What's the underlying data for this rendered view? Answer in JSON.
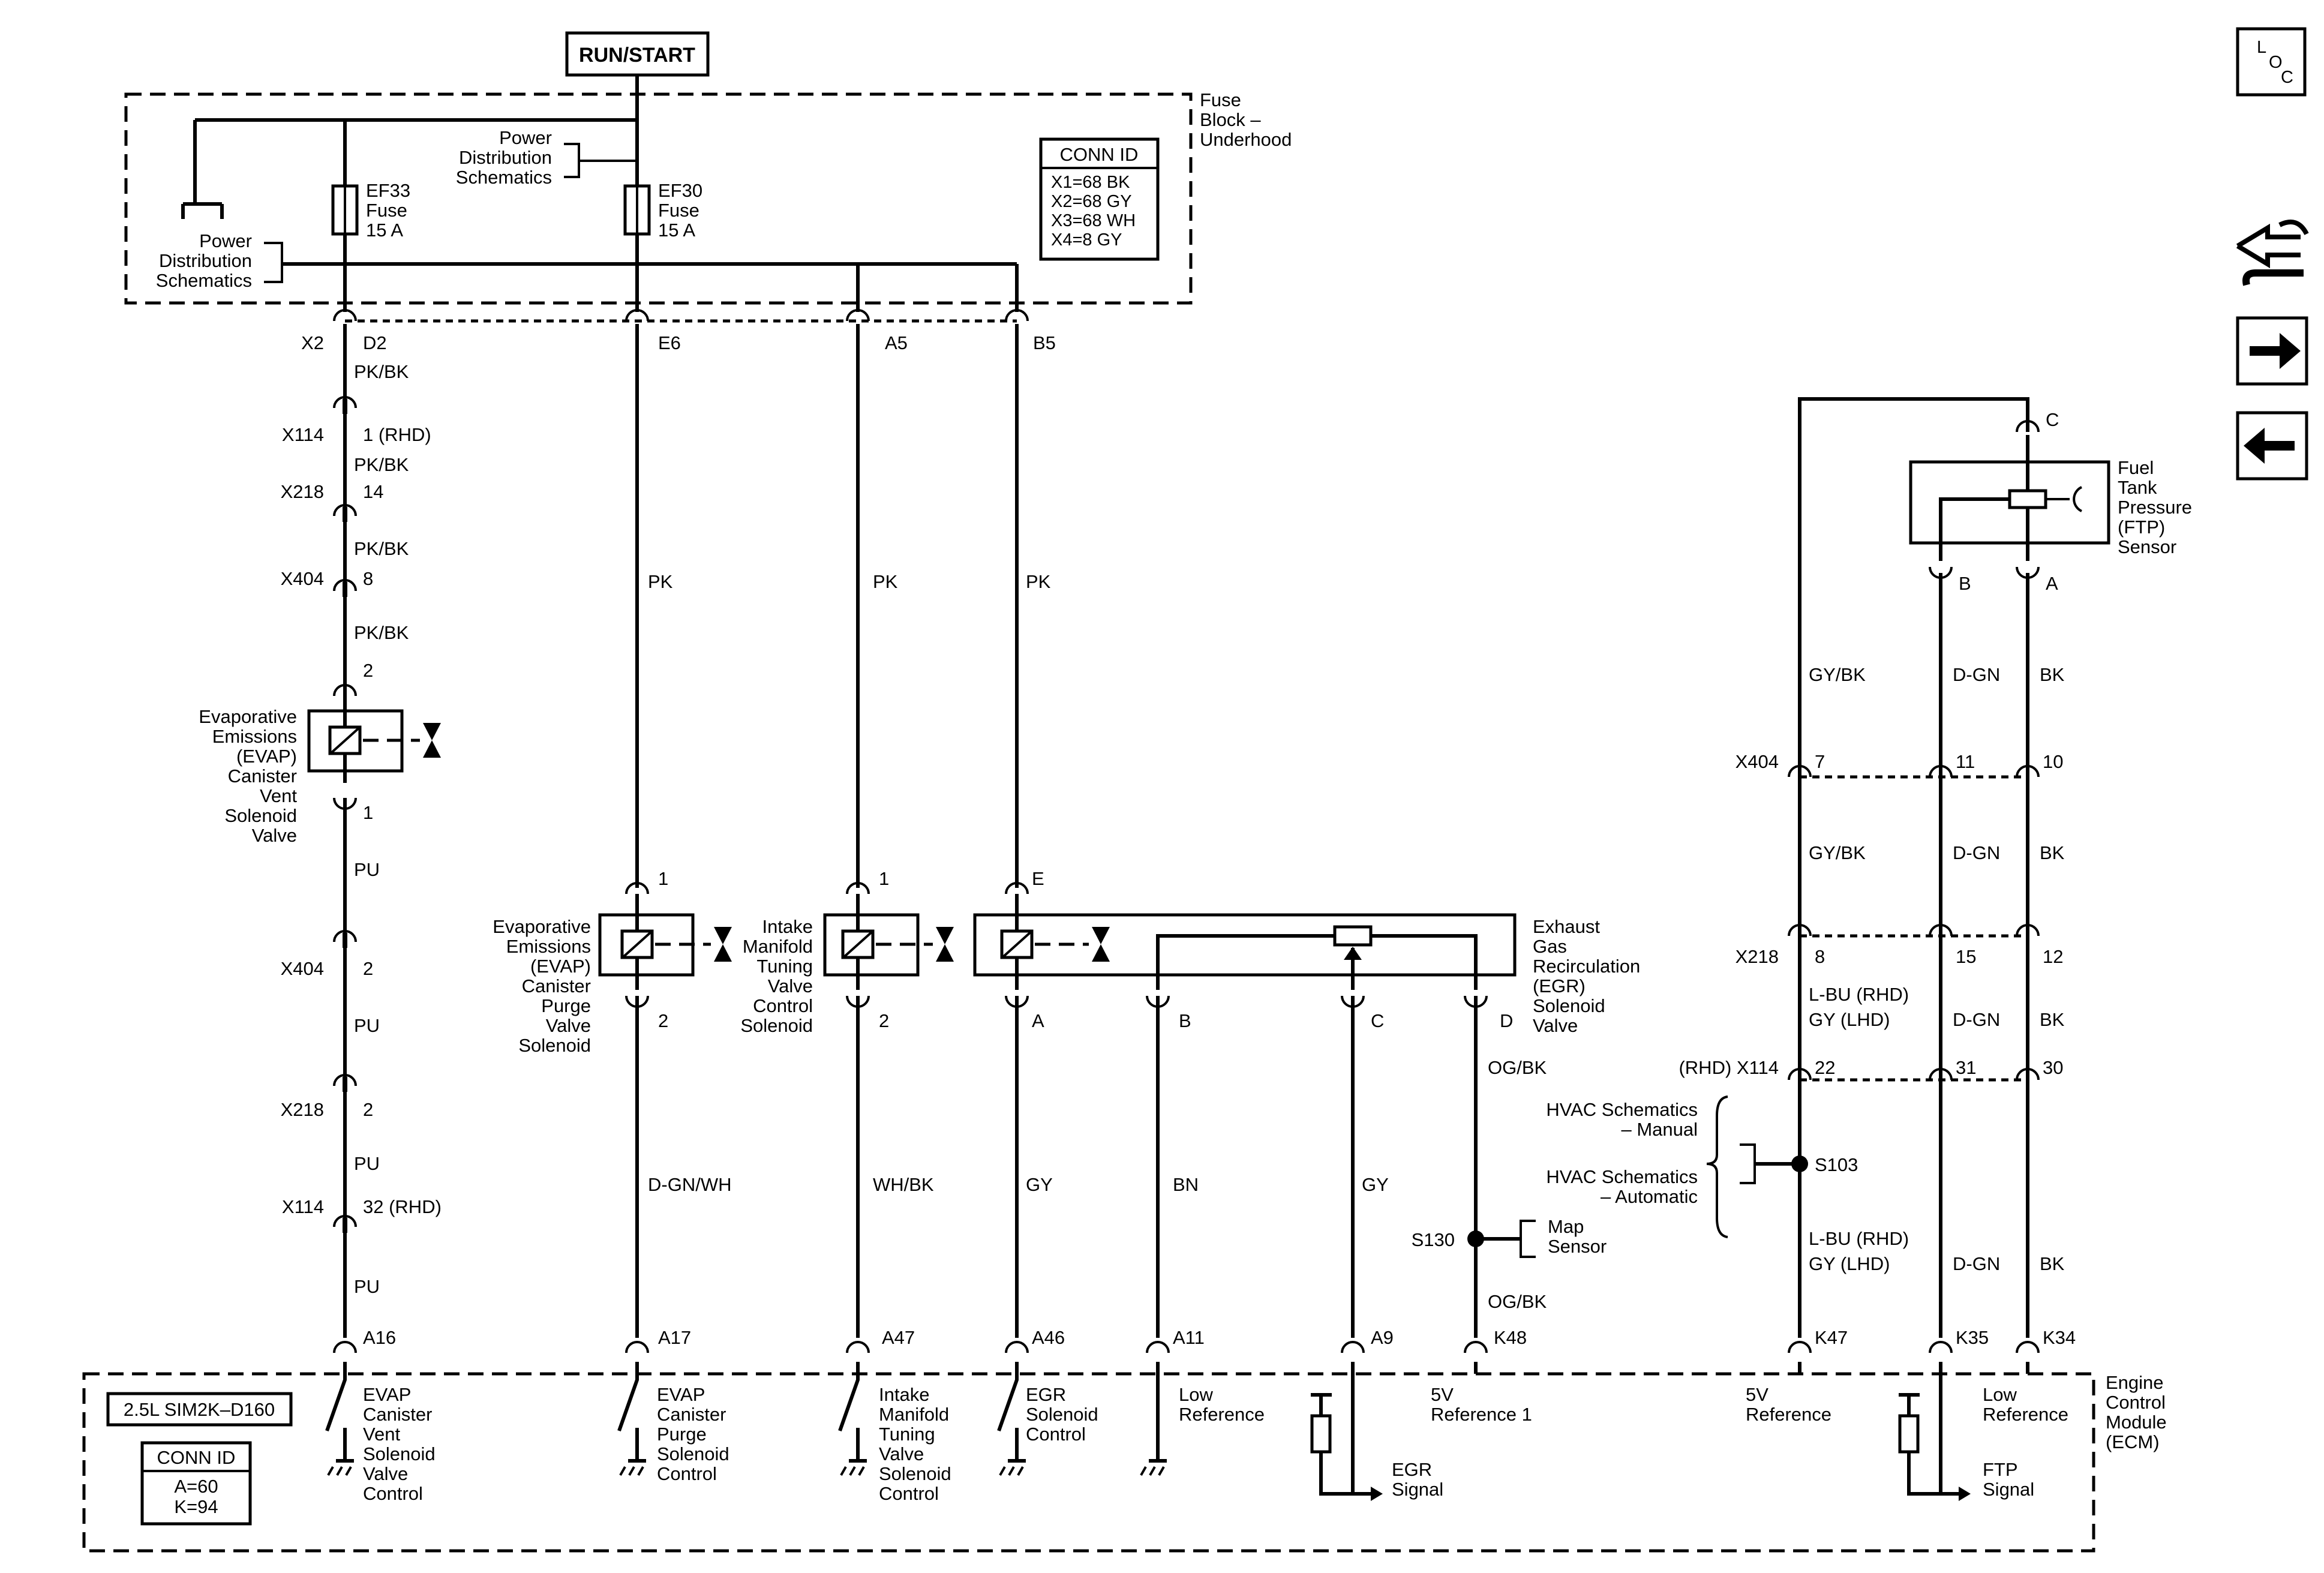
{
  "power": {
    "run_start": "RUN/START"
  },
  "fuse_block": {
    "name": [
      "Fuse",
      "Block –",
      "Underhood"
    ],
    "power_dist_a": [
      "Power",
      "Distribution",
      "Schematics"
    ],
    "power_dist_b": [
      "Power",
      "Distribution",
      "Schematics"
    ],
    "ef33": [
      "EF33",
      "Fuse",
      "15 A"
    ],
    "ef30": [
      "EF30",
      "Fuse",
      "15 A"
    ],
    "conn_title": "CONN ID",
    "conn_rows": [
      "X1=68 BK",
      "X2=68 GY",
      "X3=68 WH",
      "X4=8 GY"
    ]
  },
  "evap_vent": {
    "connectors": [
      {
        "conn": "X2",
        "pin": "D2"
      },
      {
        "conn": "X114",
        "pin": "1 (RHD)"
      },
      {
        "conn": "X218",
        "pin": "14"
      },
      {
        "conn": "X404",
        "pin": "8"
      },
      {
        "conn": "X404",
        "pin": "2"
      },
      {
        "conn": "X218",
        "pin": "2"
      },
      {
        "conn": "X114",
        "pin": "32 (RHD)"
      }
    ],
    "wire_colors": [
      "PK/BK",
      "PK/BK",
      "PK/BK",
      "PK/BK",
      "PU",
      "PU",
      "PU",
      "PU"
    ],
    "valve_pins": [
      "2",
      "1"
    ],
    "label": [
      "Evaporative",
      "Emissions",
      "(EVAP)",
      "Canister",
      "Vent",
      "Solenoid",
      "Valve"
    ],
    "ecm_pin": "A16"
  },
  "fuse_pins": [
    "E6",
    "A5",
    "B5"
  ],
  "upper_colors": [
    "PK",
    "PK",
    "PK"
  ],
  "purge": {
    "label": [
      "Evaporative",
      "Emissions",
      "(EVAP)",
      "Canister",
      "Purge",
      "Valve",
      "Solenoid"
    ],
    "pins": [
      "1",
      "2"
    ],
    "wire": "D-GN/WH",
    "ecm_pin": "A17"
  },
  "imtv": {
    "label": [
      "Intake",
      "Manifold",
      "Tuning",
      "Valve",
      "Control",
      "Solenoid"
    ],
    "pins": [
      "1",
      "2"
    ],
    "wire": "WH/BK",
    "ecm_pin": "A47"
  },
  "egr": {
    "label": [
      "Exhaust",
      "Gas",
      "Recirculation",
      "(EGR)",
      "Solenoid",
      "Valve"
    ],
    "pins": [
      "E",
      "A",
      "B",
      "C",
      "D"
    ],
    "wires": [
      "GY",
      "BN",
      "GY",
      "OG/BK",
      "OG/BK"
    ],
    "ecm_pins": [
      "A46",
      "A11",
      "A9",
      "K48"
    ]
  },
  "splices": {
    "s130": "S130",
    "map_sensor": [
      "Map",
      "Sensor"
    ],
    "s103": "S103",
    "hvac_manual": [
      "HVAC Schematics",
      "– Manual"
    ],
    "hvac_auto": [
      "HVAC Schematics",
      "– Automatic"
    ]
  },
  "ftp": {
    "label": [
      "Fuel",
      "Tank",
      "Pressure",
      "(FTP)",
      "Sensor"
    ],
    "pins": [
      "C",
      "B",
      "A"
    ],
    "colors_upper": [
      "GY/BK",
      "D-GN",
      "BK"
    ],
    "x404": {
      "conn": "X404",
      "pins": [
        "7",
        "11",
        "10"
      ]
    },
    "colors_mid": [
      "GY/BK",
      "D-GN",
      "BK"
    ],
    "x218": {
      "conn": "X218",
      "pins": [
        "8",
        "15",
        "12"
      ]
    },
    "colors_mid2": [
      "L-BU (RHD)",
      "GY (LHD)",
      "D-GN",
      "BK"
    ],
    "x114": {
      "conn": "(RHD) X114",
      "pins": [
        "22",
        "31",
        "30"
      ]
    },
    "colors_lower": [
      "L-BU (RHD)",
      "GY (LHD)",
      "D-GN",
      "BK"
    ],
    "ecm_pins": [
      "K47",
      "K35",
      "K34"
    ]
  },
  "ecm": {
    "name": [
      "Engine",
      "Control",
      "Module",
      "(ECM)"
    ],
    "engine": "2.5L SIM2K–D160",
    "conn_title": "CONN ID",
    "conn_rows": [
      "A=60",
      "K=94"
    ],
    "circuits": {
      "vent": [
        "EVAP",
        "Canister",
        "Vent",
        "Solenoid",
        "Valve",
        "Control"
      ],
      "purge": [
        "EVAP",
        "Canister",
        "Purge",
        "Solenoid",
        "Control"
      ],
      "imtv": [
        "Intake",
        "Manifold",
        "Tuning",
        "Valve",
        "Solenoid",
        "Control"
      ],
      "egr": [
        "EGR",
        "Solenoid",
        "Control"
      ],
      "low_ref": [
        "Low",
        "Reference"
      ],
      "egr_signal": [
        "EGR",
        "Signal"
      ],
      "ref1": [
        "5V",
        "Reference 1"
      ],
      "ref": [
        "5V",
        "Reference"
      ],
      "low_ref2": [
        "Low",
        "Reference"
      ],
      "ftp_signal": [
        "FTP",
        "Signal"
      ]
    }
  },
  "nav": {
    "loc": [
      "L",
      "O",
      "C"
    ]
  }
}
